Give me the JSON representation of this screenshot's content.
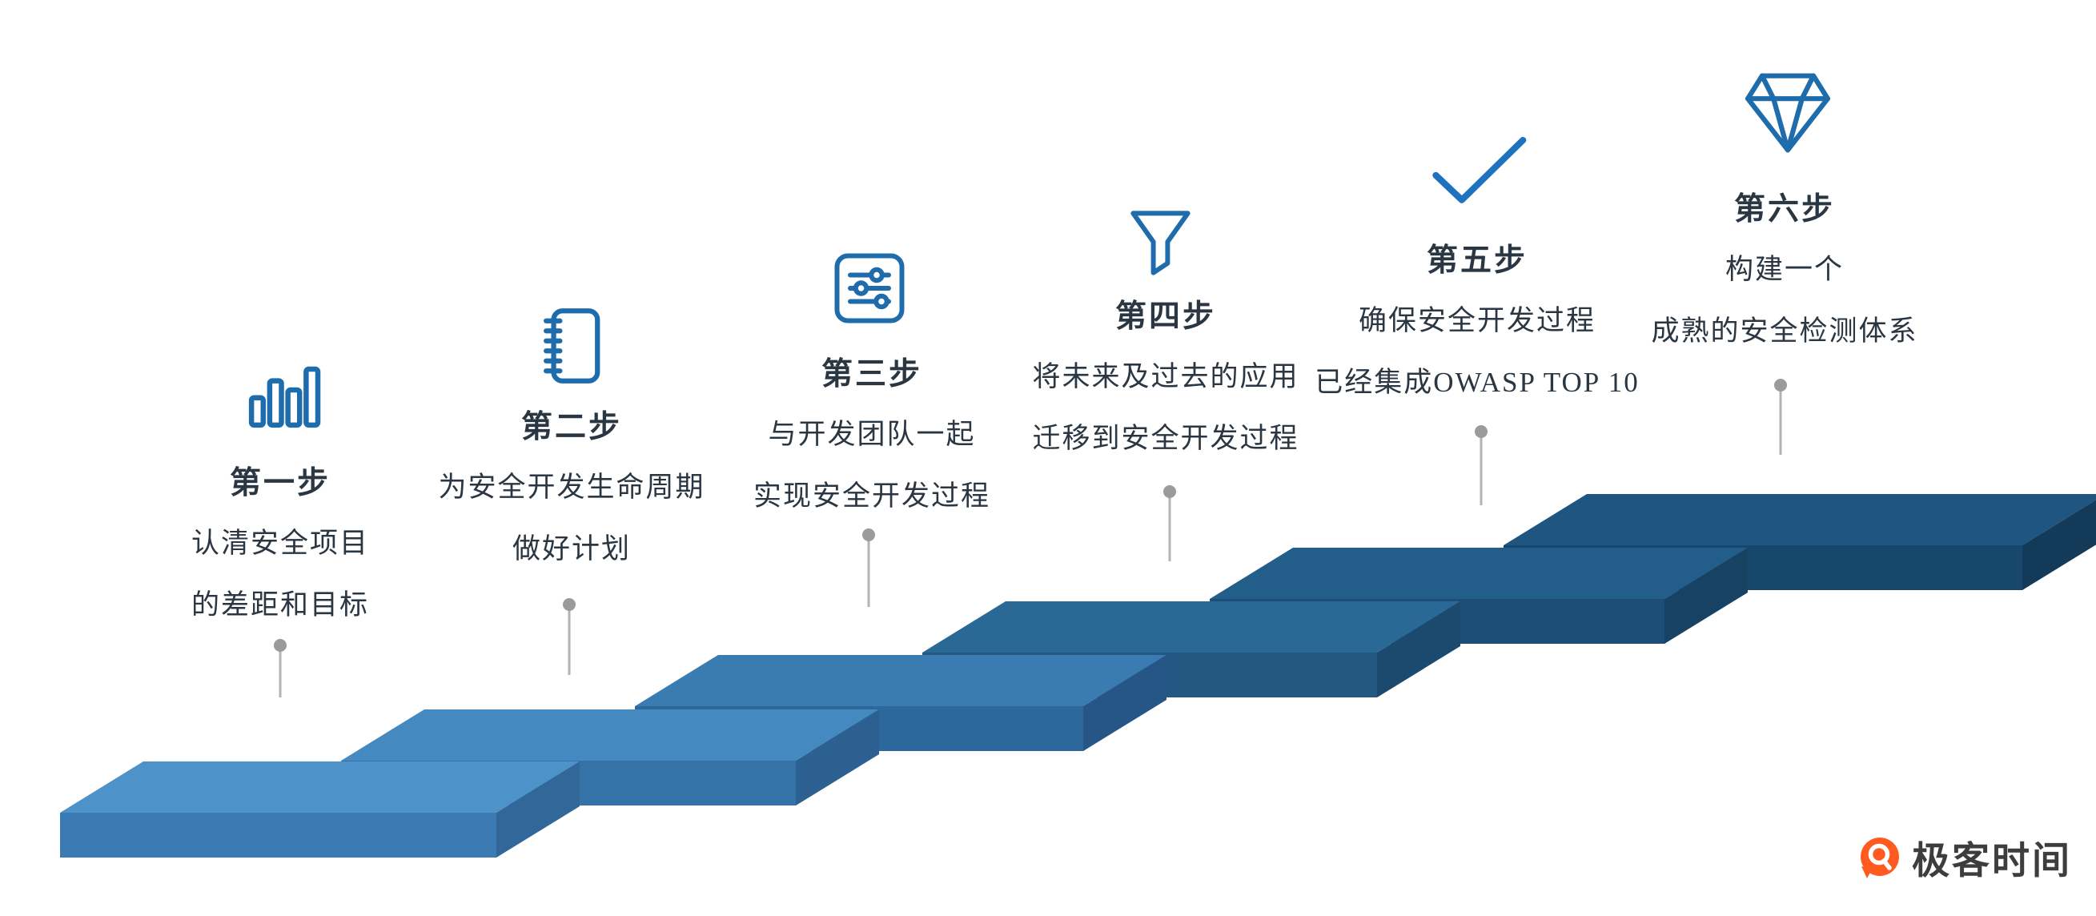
{
  "icon_color": "#1f6cad",
  "check_color": "#1e73be",
  "connector": {
    "dot_color": "#9b9b9b",
    "line_color": "#b3b3b3"
  },
  "logo": {
    "text": "极客时间",
    "color": "#ff5b21",
    "icon": "geektime-logo-icon"
  },
  "steps": [
    {
      "title": "第一步",
      "lines": [
        "认清安全项目",
        "的差距和目标"
      ],
      "icon": "bar-chart-icon",
      "colors": {
        "top": "#4d92c8",
        "front": "#3b7ab2",
        "side": "#326899"
      }
    },
    {
      "title": "第二步",
      "lines": [
        "为安全开发生命周期",
        "做好计划"
      ],
      "icon": "notebook-icon",
      "colors": {
        "top": "#4489bf",
        "front": "#3472a8",
        "side": "#2c6090"
      }
    },
    {
      "title": "第三步",
      "lines": [
        "与开发团队一起",
        "实现安全开发过程"
      ],
      "icon": "sliders-icon",
      "colors": {
        "top": "#3a7cb2",
        "front": "#2d689c",
        "side": "#265685"
      }
    },
    {
      "title": "第四步",
      "lines": [
        "将未来及过去的应用",
        "迁移到安全开发过程"
      ],
      "icon": "funnel-icon",
      "colors": {
        "top": "#2a6896",
        "front": "#225881",
        "side": "#1c4a6e"
      }
    },
    {
      "title": "第五步",
      "lines": [
        "确保安全开发过程",
        "已经集成OWASP TOP 10"
      ],
      "icon": "checkmark-icon",
      "colors": {
        "top": "#235e8a",
        "front": "#1c4e77",
        "side": "#174264"
      }
    },
    {
      "title": "第六步",
      "lines": [
        "构建一个",
        "成熟的安全检测体系"
      ],
      "icon": "diamond-icon",
      "colors": {
        "top": "#1e5681",
        "front": "#17476b",
        "side": "#133a58"
      }
    }
  ]
}
